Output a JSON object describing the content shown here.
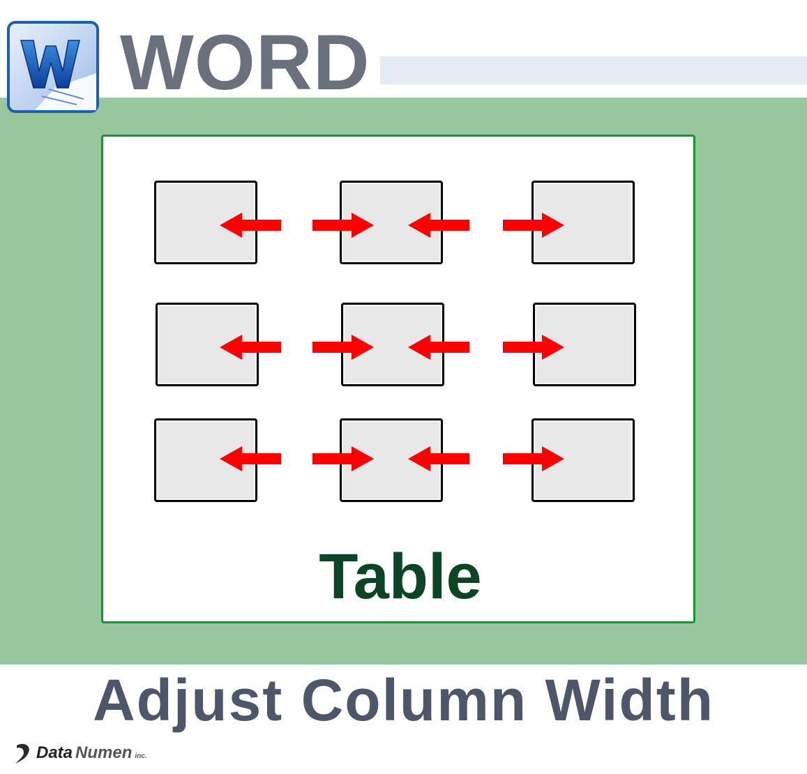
{
  "header": {
    "app_icon": "word-logo-icon",
    "app_icon_letter": "W",
    "title": "WORD"
  },
  "illustration": {
    "label": "Table",
    "rows": 3,
    "columns": 3,
    "arrow_icon_left": "arrow-left-icon",
    "arrow_icon_right": "arrow-right-icon",
    "arrow_color": "#ff0000",
    "cell_fill": "#e8e8e8",
    "frame_border_color": "#0e9a2b",
    "background_color": "#98c79e"
  },
  "footer": {
    "title": "Adjust Column Width",
    "brand_part1": "Data",
    "brand_part2": "Numen",
    "brand_suffix": "inc."
  },
  "colors": {
    "title_gray": "#6a707c",
    "label_green": "#0b4525",
    "footer_title": "#4e5669"
  }
}
